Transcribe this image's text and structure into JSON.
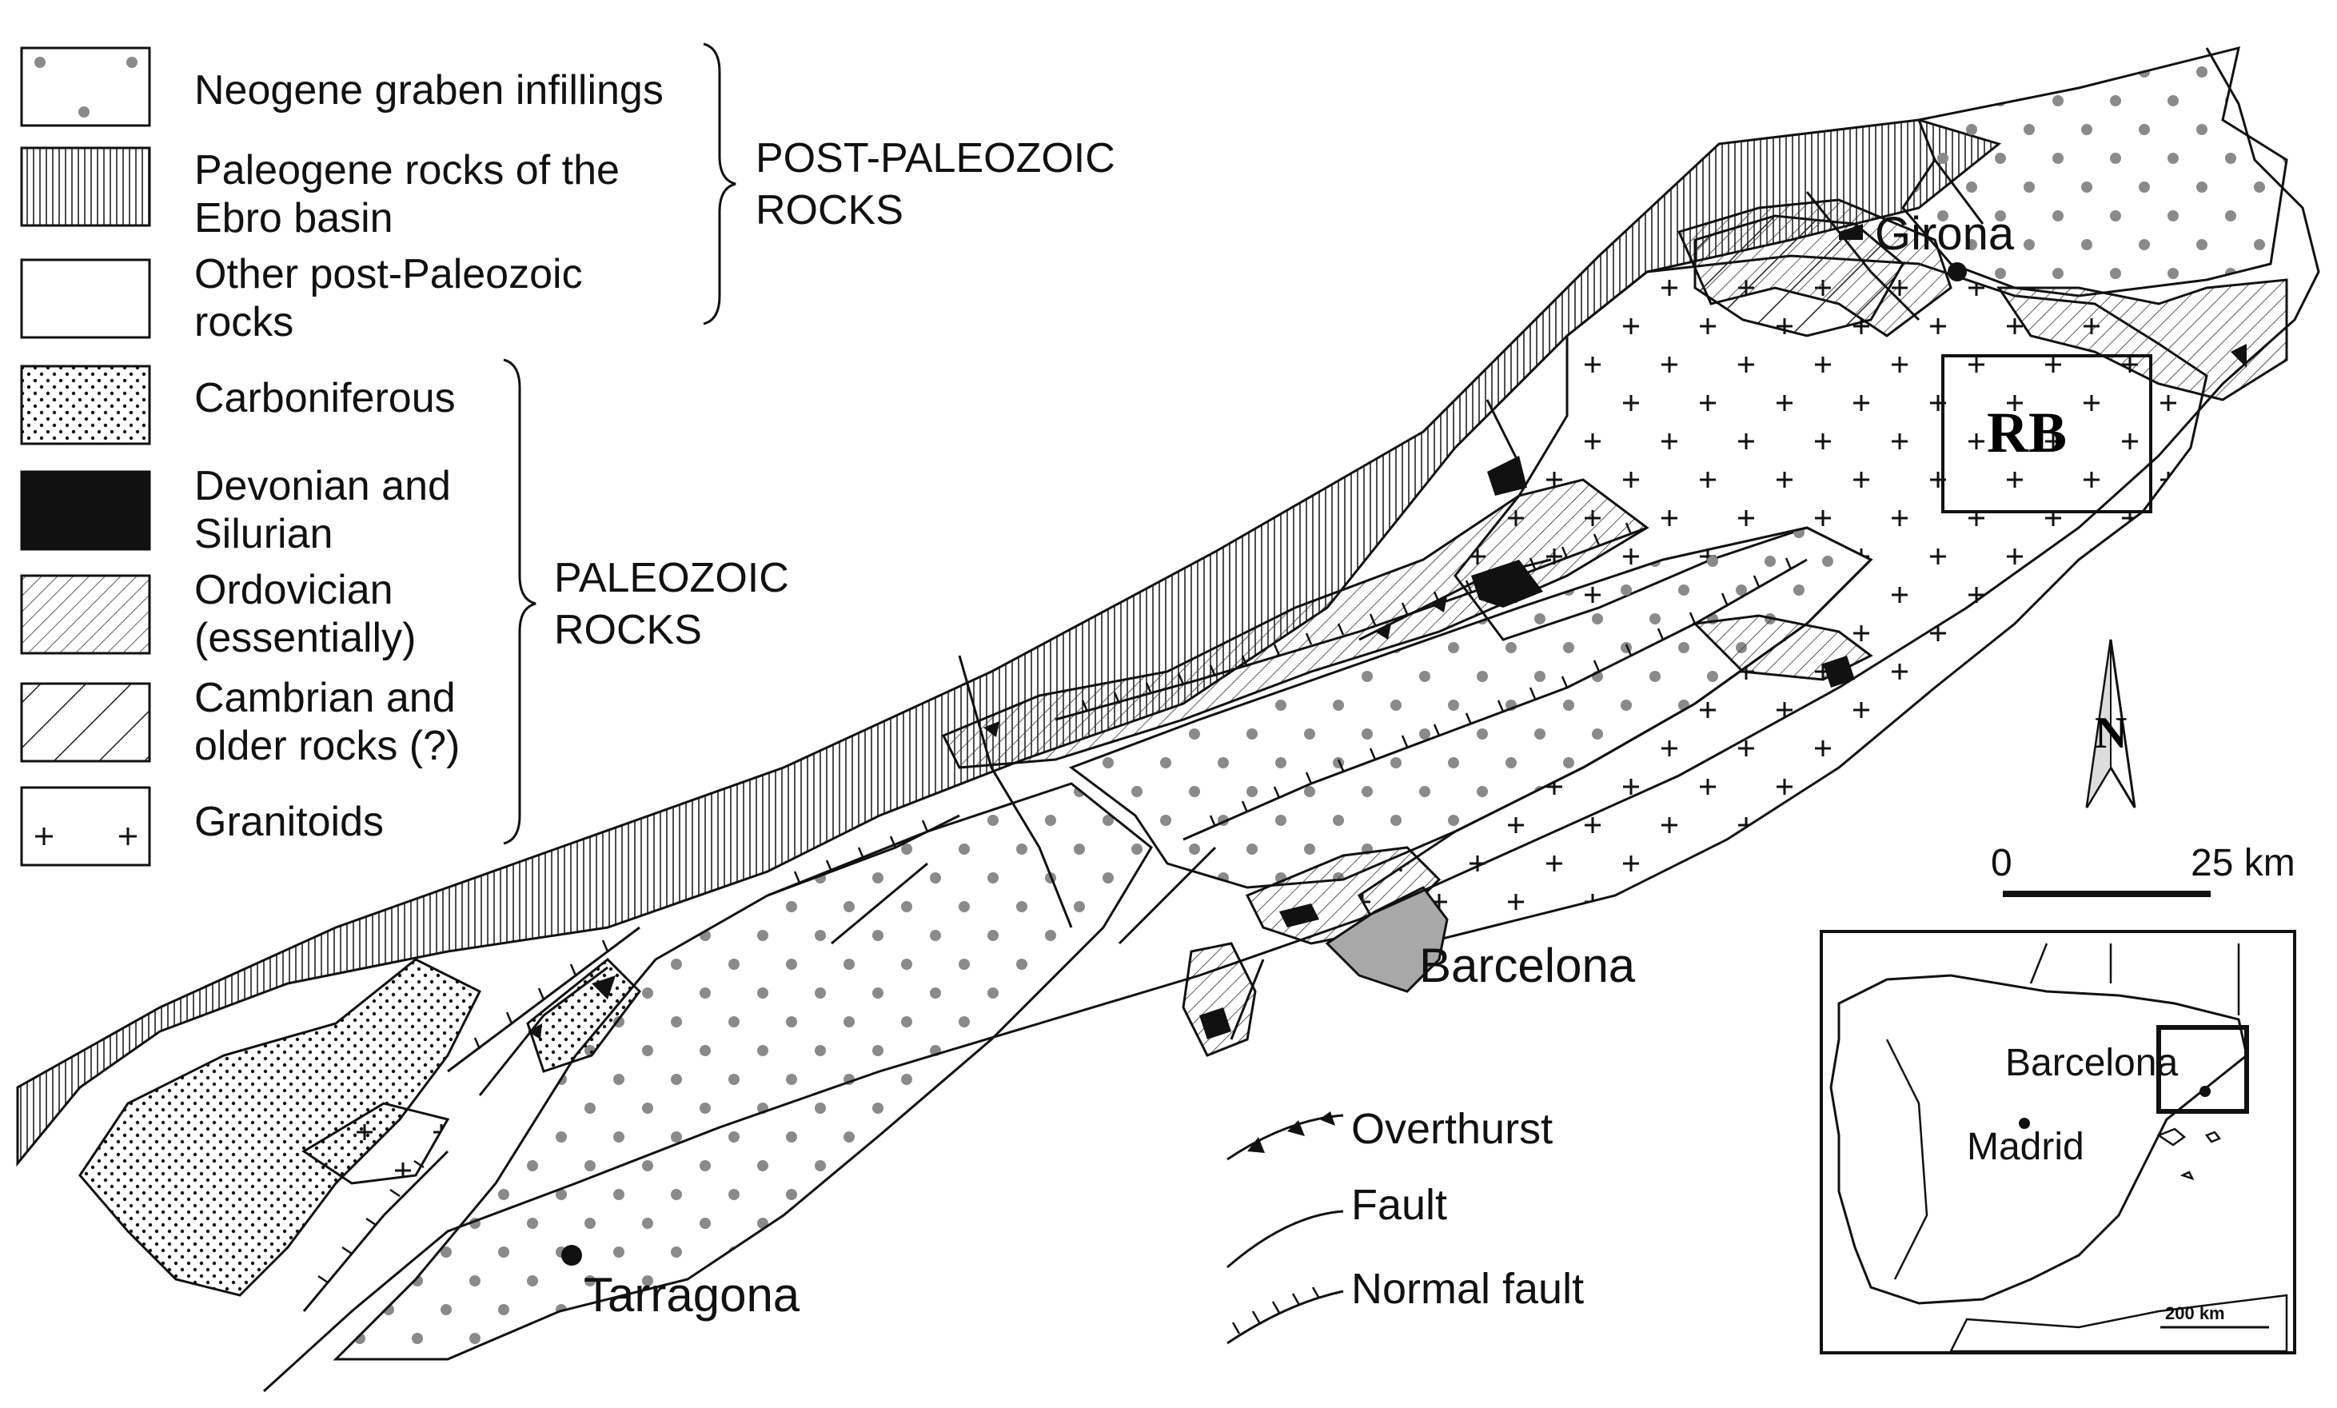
{
  "legend": {
    "items": [
      {
        "id": "neogene",
        "lines": [
          "Neogene graben infillings"
        ]
      },
      {
        "id": "paleogene",
        "lines": [
          "Paleogene rocks of the",
          "Ebro basin"
        ]
      },
      {
        "id": "other",
        "lines": [
          "Other post-Paleozoic",
          "rocks"
        ]
      },
      {
        "id": "carboniferous",
        "lines": [
          "Carboniferous"
        ]
      },
      {
        "id": "devonian",
        "lines": [
          "Devonian and",
          "Silurian"
        ]
      },
      {
        "id": "ordovician",
        "lines": [
          "Ordovician",
          "(essentially)"
        ]
      },
      {
        "id": "cambrian",
        "lines": [
          "Cambrian and",
          "older rocks (?)"
        ]
      },
      {
        "id": "granitoids",
        "lines": [
          "Granitoids"
        ]
      }
    ],
    "groups": {
      "post_paleozoic": [
        "POST-PALEOZOIC",
        "ROCKS"
      ],
      "paleozoic": [
        "PALEOZOIC",
        "ROCKS"
      ]
    }
  },
  "places": {
    "girona": "Girona",
    "barcelona": "Barcelona",
    "tarragona": "Tarragona",
    "rb_box": "RB"
  },
  "lines_legend": {
    "overthrust": "Overthurst",
    "fault": "Fault",
    "normal_fault": "Normal fault"
  },
  "scale": {
    "start": "0",
    "end": "25 km"
  },
  "north": "N",
  "inset": {
    "barcelona": "Barcelona",
    "madrid": "Madrid",
    "scale": "200 km"
  },
  "colors": {
    "ink": "#111111",
    "grey_dot": "#8a8a8a",
    "barcelona_fill": "#a8a8a8"
  }
}
